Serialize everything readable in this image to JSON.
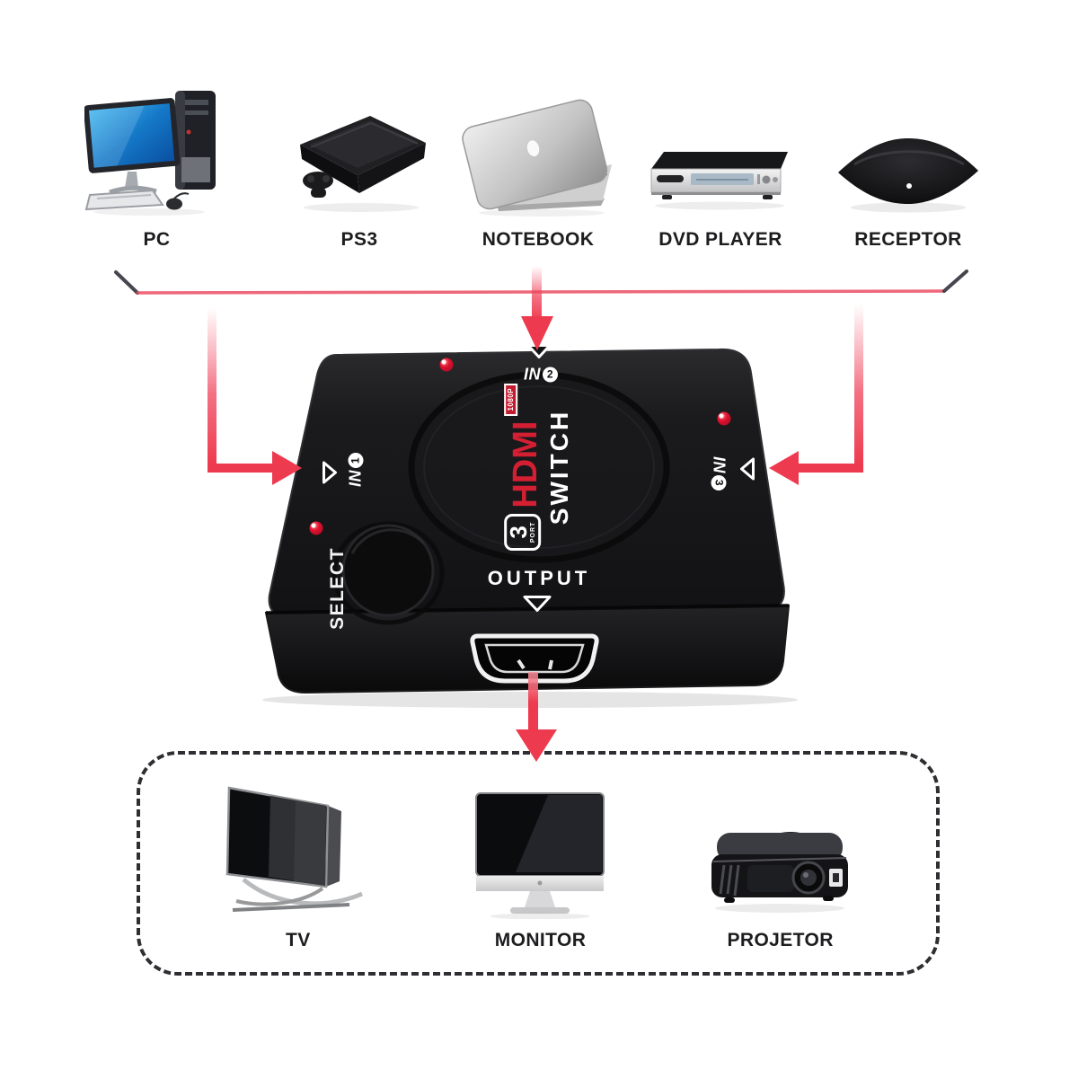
{
  "sources": [
    {
      "id": "pc",
      "label": "PC"
    },
    {
      "id": "ps3",
      "label": "PS3"
    },
    {
      "id": "notebook",
      "label": "NOTEBOOK"
    },
    {
      "id": "dvd-player",
      "label": "DVD PLAYER"
    },
    {
      "id": "receptor",
      "label": "RECEPTOR"
    }
  ],
  "switch_device": {
    "ports": {
      "in1": {
        "label": "IN",
        "number": "1"
      },
      "in2": {
        "label": "IN",
        "number": "2"
      },
      "in3": {
        "label": "IN",
        "number": "3"
      }
    },
    "select_label": "SELECT",
    "output_label": "OUTPUT",
    "logo": {
      "port_count": "3",
      "port_word": "PORT",
      "brand": "HDMI",
      "resolution_badge": "1080P",
      "product_word": "SWITCH"
    }
  },
  "displays": [
    {
      "id": "tv",
      "label": "TV"
    },
    {
      "id": "monitor",
      "label": "MONITOR"
    },
    {
      "id": "projetor",
      "label": "PROJETOR"
    }
  ],
  "colors": {
    "arrow_red": "#ee3a4e",
    "bracket_red": "#e94d63",
    "bracket_tip_dark": "#46464f",
    "logo_red": "#d41f33",
    "led_red": "#e01230",
    "background": "#ffffff"
  }
}
